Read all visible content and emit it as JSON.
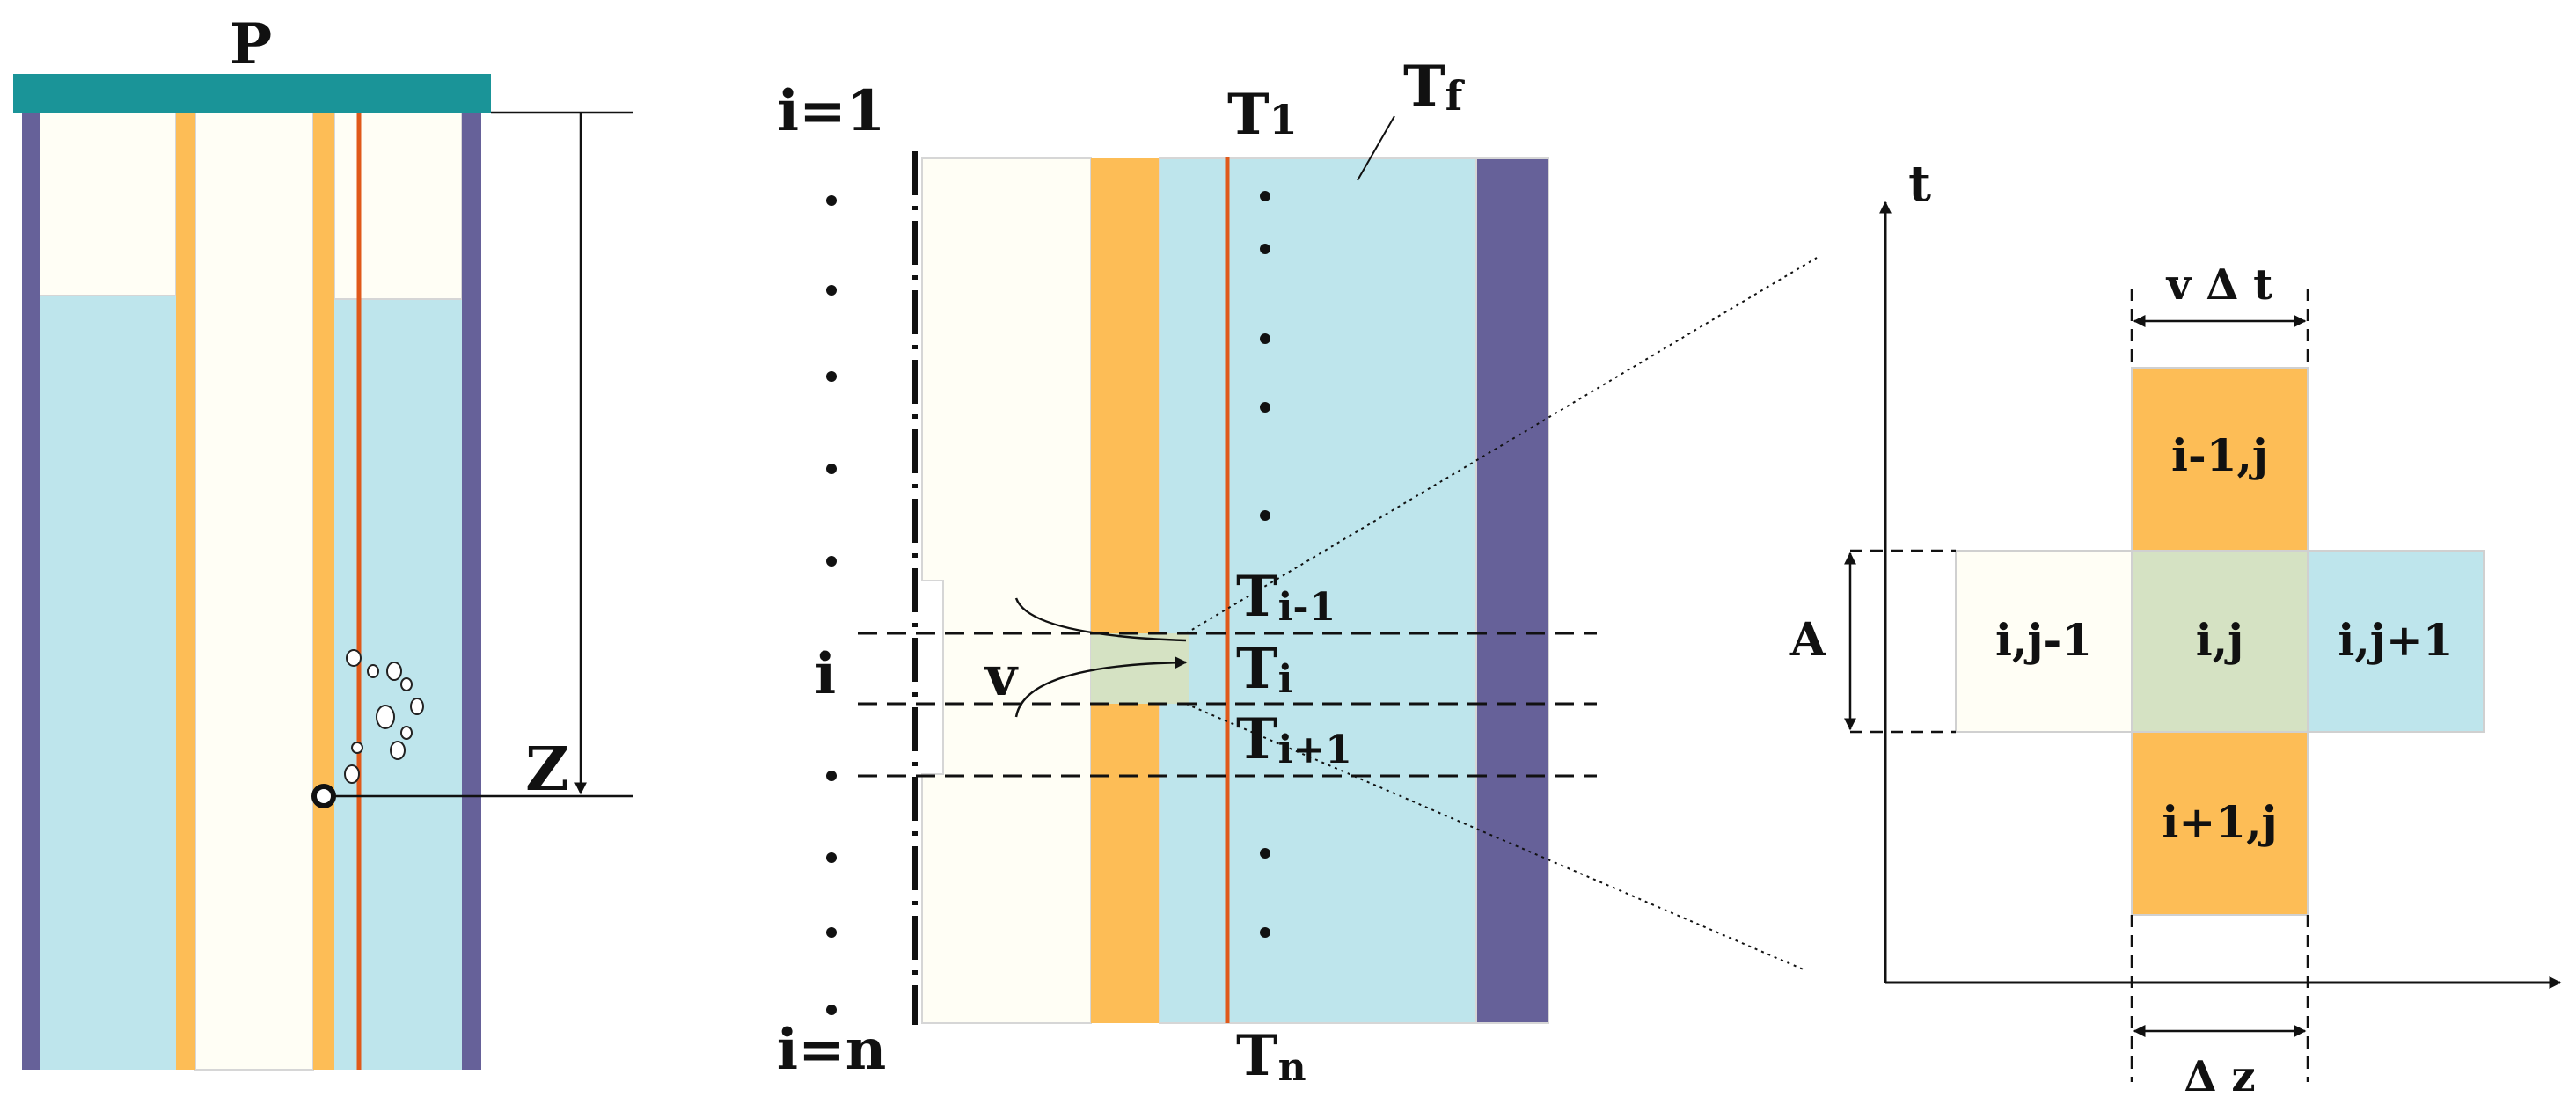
{
  "colors": {
    "wall_purple": "#666199",
    "cap_teal": "#1a9498",
    "tubing_orange": "#fdbd56",
    "fluid_blue": "#bee5ec",
    "gas_cream": "#fffef5",
    "wire_red": "#e0591a",
    "cell_green": "#d5e2c3",
    "line_dark": "#111111"
  },
  "left_panel": {
    "pressure_label": "P",
    "depth_label": "Z"
  },
  "middle_panel": {
    "top_index_label": "i=1",
    "middle_index_label": "i",
    "bottom_index_label": "i=n",
    "velocity_label": "v",
    "temp_top": {
      "base": "T",
      "sub": "1"
    },
    "temp_fluid": {
      "base": "T",
      "sub": "f"
    },
    "temp_prev": {
      "base": "T",
      "sub": "i-1"
    },
    "temp_current": {
      "base": "T",
      "sub": "i"
    },
    "temp_next": {
      "base": "T",
      "sub": "i+1"
    },
    "temp_bottom": {
      "base": "T",
      "sub": "n"
    }
  },
  "stencil": {
    "time_axis_label": "t",
    "height_label": "A",
    "top_width_label": "v Δ t",
    "bottom_width_label": "Δ z",
    "cells": {
      "top": "i-1,j",
      "left": "i,j-1",
      "center": "i,j",
      "right": "i,j+1",
      "bottom": "i+1,j"
    }
  }
}
